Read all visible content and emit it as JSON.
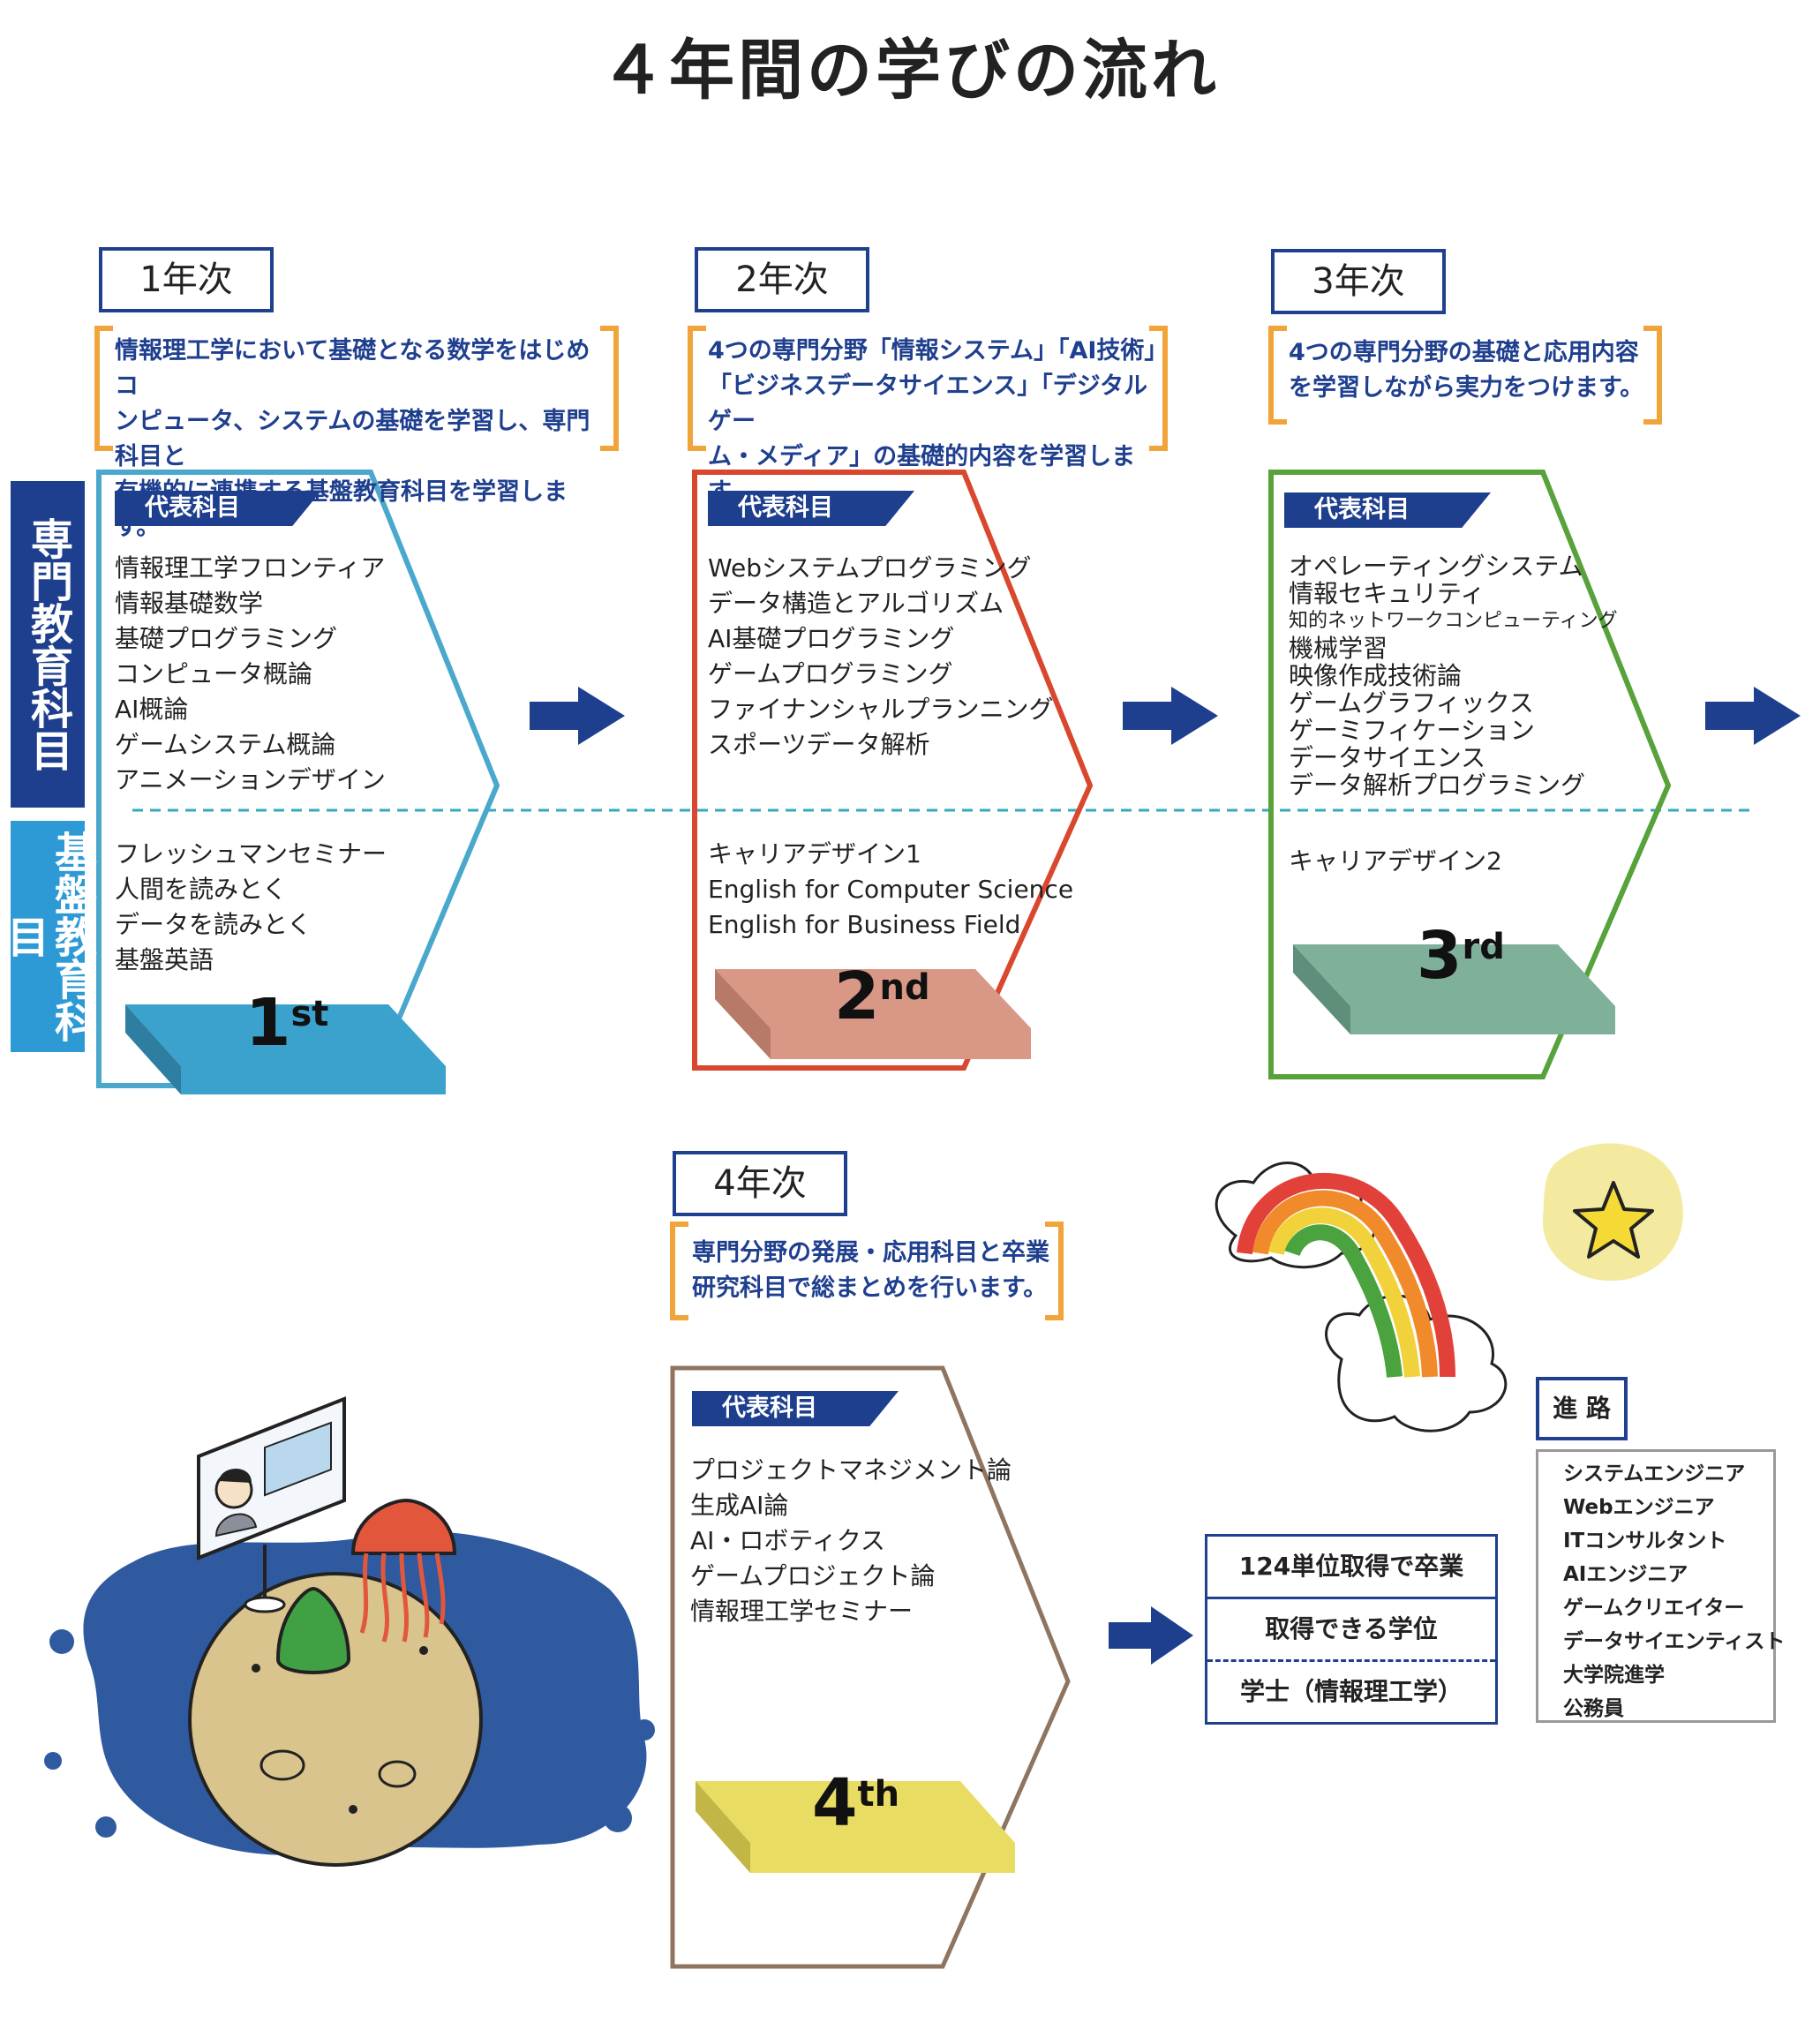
{
  "title": "４年間の学びの流れ",
  "side_labels": {
    "senmon": "専門教育科目",
    "kiban": "基盤教育科目"
  },
  "tag_label": "代表科目",
  "years": [
    {
      "label": "1年次",
      "desc": [
        "情報理工学において基礎となる数学をはじめコ",
        "ンピュータ、システムの基礎を学習し、専門科目と",
        "有機的に連携する基盤教育科目を学習します。"
      ],
      "senmon": [
        "情報理工学フロンティア",
        "情報基礎数学",
        "基礎プログラミング",
        "コンピュータ概論",
        "AI概論",
        "ゲームシステム概論",
        "アニメーションデザイン"
      ],
      "kiban": [
        "フレッシュマンセミナー",
        "人間を読みとく",
        "データを読みとく",
        "基盤英語"
      ],
      "ordinal": "1",
      "suffix": "st"
    },
    {
      "label": "2年次",
      "desc": [
        "4つの専門分野「情報システム」「AI技術」",
        "「ビジネスデータサイエンス」「デジタルゲー",
        "ム・メディア」の基礎的内容を学習します。"
      ],
      "senmon": [
        "Webシステムプログラミング",
        "データ構造とアルゴリズム",
        "AI基礎プログラミング",
        "ゲームプログラミング",
        "ファイナンシャルプランニング",
        "スポーツデータ解析"
      ],
      "kiban": [
        "キャリアデザイン1",
        "English for Computer Science",
        "English for Business Field"
      ],
      "ordinal": "2",
      "suffix": "nd"
    },
    {
      "label": "3年次",
      "desc": [
        "4つの専門分野の基礎と応用内容",
        "を学習しながら実力をつけます。"
      ],
      "senmon": [
        "オペレーティングシステム",
        "情報セキュリティ",
        "知的ネットワークコンピューティング",
        "機械学習",
        "映像作成技術論",
        "ゲームグラフィックス",
        "ゲーミフィケーション",
        "データサイエンス",
        "データ解析プログラミング"
      ],
      "kiban": [
        "キャリアデザイン2"
      ],
      "ordinal": "3",
      "suffix": "rd"
    },
    {
      "label": "4年次",
      "desc": [
        "専門分野の発展・応用科目と卒業",
        "研究科目で総まとめを行います。"
      ],
      "senmon": [
        "プロジェクトマネジメント論",
        "生成AI論",
        "AI・ロボティクス",
        "ゲームプロジェクト論",
        "情報理工学セミナー"
      ],
      "kiban": [],
      "ordinal": "4",
      "suffix": "th"
    }
  ],
  "graduation": {
    "credits": "124単位取得で卒業",
    "degree_label": "取得できる学位",
    "degree": "学士（情報理工学）"
  },
  "career": {
    "label": "進 路",
    "items": [
      "システムエンジニア",
      "Webエンジニア",
      "ITコンサルタント",
      "AIエンジニア",
      "ゲームクリエイター",
      "データサイエンティスト",
      "大学院進学",
      "公務員"
    ]
  },
  "colors": {
    "navy": "#1e3f8e",
    "sky": "#2d9ad6",
    "orange": "#f0a43a",
    "year1": "#4aa8cc",
    "year2": "#d9482e",
    "year3": "#57a23a",
    "year4": "#8f7560",
    "dash": "#3aa7c0"
  }
}
